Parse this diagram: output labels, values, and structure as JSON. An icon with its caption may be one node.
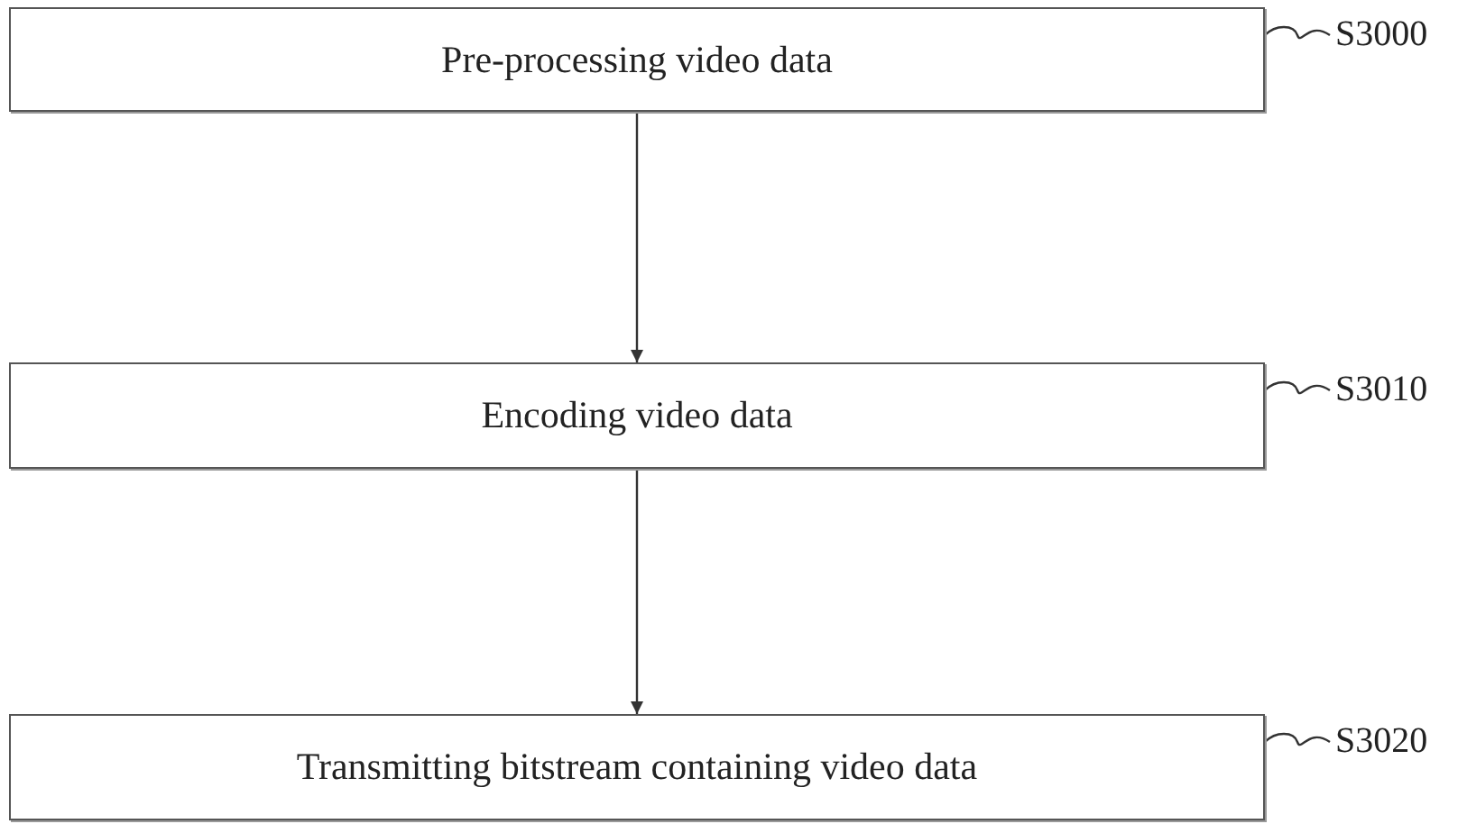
{
  "diagram": {
    "nodes": [
      {
        "text": [
          "Pre-processing video data"
        ]
      },
      {
        "text": [
          "Encoding video data"
        ]
      },
      {
        "text": [
          "Transmitting bitstream containing video data"
        ]
      },
      {
        "text": [
          "S3000"
        ]
      },
      {
        "text": [
          "S3010"
        ]
      },
      {
        "text": [
          "S3020"
        ]
      }
    ],
    "edges": [
      {
        "from": 0,
        "to": 1,
        "arrow": "to"
      },
      {
        "from": 1,
        "to": 2,
        "arrow": "to"
      },
      {
        "from": 3,
        "to": 0,
        "arrow": "none"
      },
      {
        "from": 4,
        "to": 1,
        "arrow": "none"
      },
      {
        "from": 5,
        "to": 2,
        "arrow": "none"
      }
    ]
  }
}
